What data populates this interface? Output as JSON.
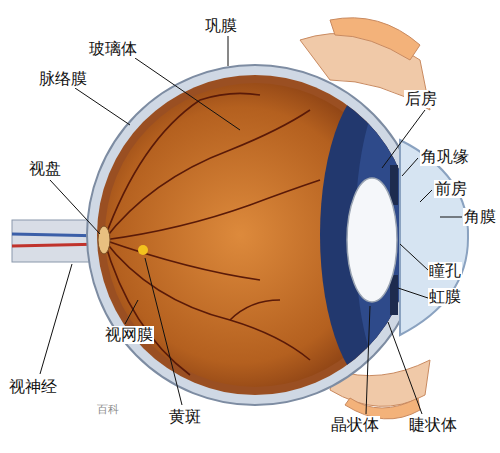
{
  "diagram": {
    "labels": [
      "巩膜",
      "玻璃体",
      "脉络膜",
      "视盘",
      "后房",
      "角巩缘",
      "前房",
      "角膜",
      "瞳孔",
      "虹膜",
      "视网膜",
      "视神经",
      "黄斑",
      "晶状体",
      "睫状体",
      "百科"
    ]
  }
}
